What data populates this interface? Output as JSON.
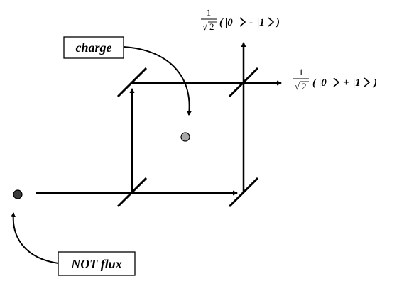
{
  "labels": {
    "charge": "charge",
    "not_flux": "NOT flux"
  },
  "outputs": {
    "top": {
      "numerator": "1",
      "root_symbol": "√",
      "radicand": "2",
      "open": "(",
      "ket_a": "|0",
      "op": "-",
      "ket_b": "|1",
      "close": ")"
    },
    "right": {
      "numerator": "1",
      "root_symbol": "√",
      "radicand": "2",
      "open": "(",
      "ket_a": "|0",
      "op": "+",
      "ket_b": "|1",
      "close": ")"
    }
  },
  "colors": {
    "line": "#000000",
    "charge_dot": "#a8a8a8",
    "flux_dot": "#3c3c3c"
  }
}
